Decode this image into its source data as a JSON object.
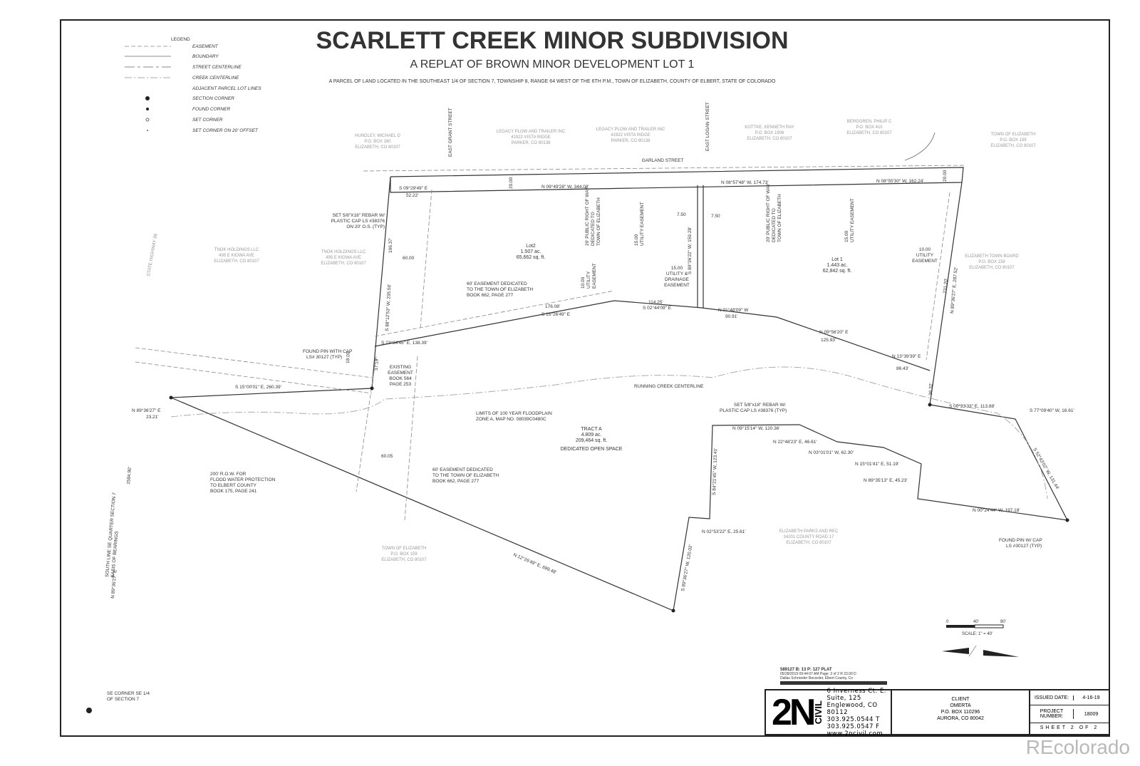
{
  "header": {
    "title": "SCARLETT CREEK MINOR SUBDIVISION",
    "subtitle": "A REPLAT OF BROWN MINOR DEVELOPMENT LOT 1",
    "description": "A PARCEL OF LAND LOCATED IN THE SOUTHEAST 1/4 OF SECTION 7, TOWNSHIP 8, RANGE 64 WEST OF THE 6TH P.M., TOWN OF ELIZABETH, COUNTY OF ELBERT, STATE OF COLORADO"
  },
  "legend": {
    "title": "LEGEND",
    "items": [
      "EASEMENT",
      "BOUNDARY",
      "STREET CENTERLINE",
      "CREEK CENTERLINE",
      "ADJACENT PARCEL LOT LINES",
      "SECTION CORNER",
      "FOUND CORNER",
      "SET CORNER",
      "SET CORNER ON 20' OFFSET"
    ]
  },
  "owners": [
    [
      "HUNDLEY, MICHAEL D",
      "P.O. BOX 160",
      "ELIZABETH, CO 80107"
    ],
    [
      "LEGACY PLOW AND TRAILER INC",
      "41922 VISTA RIDGE",
      "PARKER, CO 80138"
    ],
    [
      "LEGACY PLOW AND TRAILER INC",
      "41922 VISTA RIDGE",
      "PARKER, CO 80138"
    ],
    [
      "KOTTKE, KENNETH RAY",
      "P.O. BOX 1908",
      "ELIZABETH, CO 80107"
    ],
    [
      "BERGGREN, PHILIP C",
      "P.O. BOX 410",
      "ELIZABETH, CO 80107"
    ],
    [
      "TOWN OF ELIZABETH",
      "P.O. BOX 159",
      "ELIZABETH, CO 80107"
    ],
    [
      "TNOK HOLDINGS LLC",
      "495 E KIOWA AVE",
      "ELIZABETH, CO 80107"
    ],
    [
      "TNOK HOLDINGS LLC",
      "495 E KIOWA AVE",
      "ELIZABETH, CO 80107"
    ],
    [
      "ELIZABETH TOWN BOARD",
      "P.O. BOX 159",
      "ELIZABETH, CO 80107"
    ],
    [
      "ELIZABETH PARKS AND REC",
      "34201 COUNTY ROAD 17",
      "ELIZABETH, CO 80107"
    ],
    [
      "TOWN OF ELIZABETH",
      "P.O. BOX 159",
      "ELIZABETH, CO 80107"
    ]
  ],
  "streets": [
    "EAST GRANT STREET",
    "EAST LOGAN STREET",
    "GARLAND STREET",
    "STATE HIGHWAY 86"
  ],
  "parcels": {
    "lot2": [
      "Lot2",
      "1.507 ac.",
      "65,662 sq. ft."
    ],
    "lot1": [
      "Lot 1",
      "1.443 ac.",
      "62,842 sq. ft."
    ],
    "tract_a": [
      "TRACT A",
      "4.809 ac.",
      "209,464 sq. ft.",
      "DEDICATED OPEN SPACE"
    ]
  },
  "calls": {
    "c1": "N 09°49'28\" W, 344.08'",
    "c2": "N 08°57'48\" W, 174.73'",
    "c3": "N 08°55'30\" W, 162.24'",
    "c4": "S 09°29'49\" E",
    "c5": "52.22'",
    "c6": "20.00",
    "c7": "20.00",
    "c8": "196.37'",
    "c9": "S 88°12'53\" W, 235.56'",
    "c10": "60.00",
    "c11": "176.08'",
    "c12": "S 15°26'49\" E",
    "c13": "114.25'",
    "c14": "S 02°44'09\" E",
    "c15": "N 01°48'09\" W",
    "c16": "90.91'",
    "c17": "N 09°56'20\" E",
    "c18": "125.93'",
    "c19": "N 13°39'39\" E",
    "c20": "86.43'",
    "c21": "S 23°34'45\" E, 138.39'",
    "c22": "7.50",
    "c23": "7.50",
    "c24": "S 80°36'22\" W, 159.28'",
    "c25": "231.20'",
    "c26": "N 89°36'27\" E, 287.52'",
    "c27": "36.32'",
    "c28": "37.19'",
    "c29": "18.00",
    "c30": "S 15°00'01\" E, 260.39'",
    "c31": "N 89°36'27\" E",
    "c32": "23.21'",
    "c33": "N 12°26'49\" E, 699.48'",
    "c34": "S 89°36'27\" W, 120.02'",
    "c35": "N 02°53'22\" E, 25.61'",
    "c36": "S 84°21'45\" W, 123.41'",
    "c37": "N 09°15'14\" W, 120.36'",
    "c38": "N 22°48'23\" E, 46.61'",
    "c39": "N 03°01'01\" W, 62.30'",
    "c40": "N 15°01'41\" E, 51.19'",
    "c41": "N 89°35'13\" E, 45.23'",
    "c42": "N 00°24'44\" W, 197.18'",
    "c43": "S 52°43'02\" W, 131.44'",
    "c44": "S 77°09'40\" W, 16.61'",
    "c45": "S 00°23'33\" E, 113.88'",
    "c46": "60.05",
    "c47": "N 89°36'27\" E",
    "c48": "1584.90'"
  },
  "notes": {
    "row1": [
      "20' PUBLIC RIGHT OF WAY",
      "DEDICATED TO",
      "TOWN OF ELIZABETH"
    ],
    "row2": [
      "20' PUBLIC RIGHT OF WAY",
      "DEDICATED TO",
      "TOWN OF ELIZABETH"
    ],
    "ue1": [
      "15.00",
      "UTILITY EASEMENT"
    ],
    "ue2": [
      "15.00",
      "UTILITY EASEMENT"
    ],
    "ue3": [
      "10.00",
      "UTILITY",
      "EASEMENT"
    ],
    "ue4": [
      "10.00",
      "UTILITY",
      "EASEMENT"
    ],
    "ude": [
      "15.00",
      "UTILITY &",
      "DRAINAGE",
      "EASEMENT"
    ],
    "rebar1": [
      "SET 5/8\"X18\" REBAR W/",
      "PLASTIC CAP LS #38376",
      "ON 20' O.S. (TYP)"
    ],
    "rebar2": [
      "SET 5/8\"x18\" REBAR W/",
      "PLASTIC CAP LS #38376 (TYP)"
    ],
    "esmt1": [
      "60' EASEMENT DEDICATED",
      "TO THE TOWN OF ELIZABETH",
      "BOOK 662, PAGE 277"
    ],
    "esmt2": [
      "60' EASEMENT DEDICATED",
      "TO THE TOWN OF ELIZABETH",
      "BOOK 662, PAGE 277"
    ],
    "existing": [
      "EXISTING",
      "EASEMENT",
      "BOOK 564",
      "PAGE 253"
    ],
    "pin1": [
      "FOUND PIN WITH CAP",
      "LS# 30127 (TYP)"
    ],
    "pin2": [
      "FOUND PIN W/ CAP",
      "LS #30127 (TYP)"
    ],
    "creek": "RUNNING CREEK CENTERLINE",
    "flood": [
      "LIMITS OF 100 YEAR FLOODPLAIN",
      "ZONE A, MAP NO. 08039C0480C"
    ],
    "row200": [
      "200' R.O.W. FOR",
      "FLOOD WATER PROTECTION",
      "TO ELBERT COUNTY",
      "BOOK 175, PAGE 241"
    ],
    "south_line": [
      "SOUTH LINE SE QUARTER SECTION 7",
      "BASIS OF BEARINGS"
    ],
    "se_corner": [
      "SE CORNER SE 1/4",
      "OF SECTION 7"
    ]
  },
  "scale": {
    "ticks": [
      "0",
      "40'",
      "80'"
    ],
    "label": "SCALE: 1\" = 40'"
  },
  "recording": [
    "589127  B: 13 P: 127  PLAT",
    "05/28/2019 09:44:07 AM  Page: 2 of 2  R 23.00 D",
    "Dallas Schroeder Recorder, Elbert County, Co"
  ],
  "title_block": {
    "logo": "2N",
    "logo_sub": "CIVIL",
    "address": [
      "6 Inverness Ct. E. Suite, 125",
      "Englewood, CO 80112",
      "303.925.0544 T",
      "303.925.0547 F",
      "www.2ncivil.com"
    ],
    "client": [
      "CLIENT",
      "OMERTA",
      "P.O. BOX 110296",
      "AURORA, CO 80042"
    ],
    "issued_label": "ISSUED DATE:",
    "issued_value": "4-16-19",
    "project_label": "PROJECT NUMBER:",
    "project_value": "18009",
    "sheet": "SHEET 2 OF 2"
  },
  "watermark": "REcolorado"
}
